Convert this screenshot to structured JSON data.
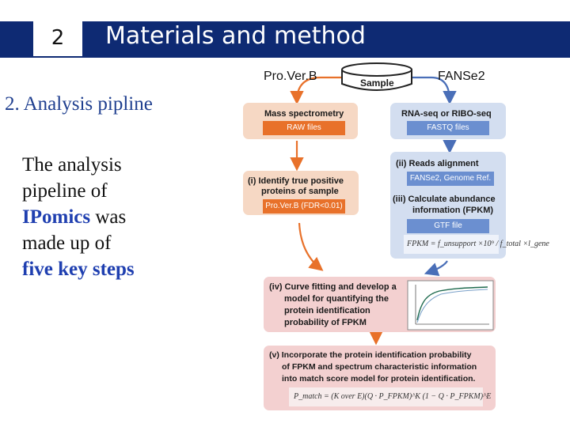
{
  "header": {
    "number": "2",
    "title": "Materials and method"
  },
  "section": {
    "heading": "2. Analysis pipline"
  },
  "body": {
    "line1": "The analysis",
    "line2": "pipeline of",
    "highlight1": "IPomics",
    "line3_rest": " was",
    "line4": "made up of",
    "highlight2": "five key steps"
  },
  "flowchart": {
    "left_label": "Pro.Ver.B",
    "right_label": "FANSe2",
    "sample": "Sample",
    "mass_spec": {
      "title": "Mass spectrometry",
      "sub": "RAW files"
    },
    "identify": {
      "line1": "(i)  Identify  true  positive",
      "line2": "proteins of sample",
      "sub": "Pro.Ver.B (FDR<0.01)"
    },
    "rnaseq": {
      "title": "RNA-seq or RIBO-seq",
      "sub": "FASTQ files"
    },
    "reads": {
      "title": "(ii)  Reads  alignment",
      "sub": "FANSe2, Genome Ref."
    },
    "abundance": {
      "line1": "(iii)  Calculate  abundance",
      "line2": "information (FPKM)",
      "sub": "GTF file",
      "formula": "FPKM = f_unsupport ×10⁹ / f_total ×l_gene"
    },
    "curve": {
      "line1": "(iv)  Curve fitting and develop a",
      "line2": "model for quantifying the",
      "line3": "protein identification",
      "line4": "probability of FPKM"
    },
    "incorporate": {
      "line1": "(v)  Incorporate the protein identification probability",
      "line2": "of FPKM and spectrum characteristic information",
      "line3": "into match score model for protein identification.",
      "formula": "P_match = (K over E)(Q · P_FPKM)^K (1 − Q · P_FPKM)^E"
    }
  },
  "colors": {
    "header_bg": "#0e2a73",
    "orange": "#e8712a",
    "blue": "#6b8fd0",
    "highlight": "#1f3fb0"
  }
}
